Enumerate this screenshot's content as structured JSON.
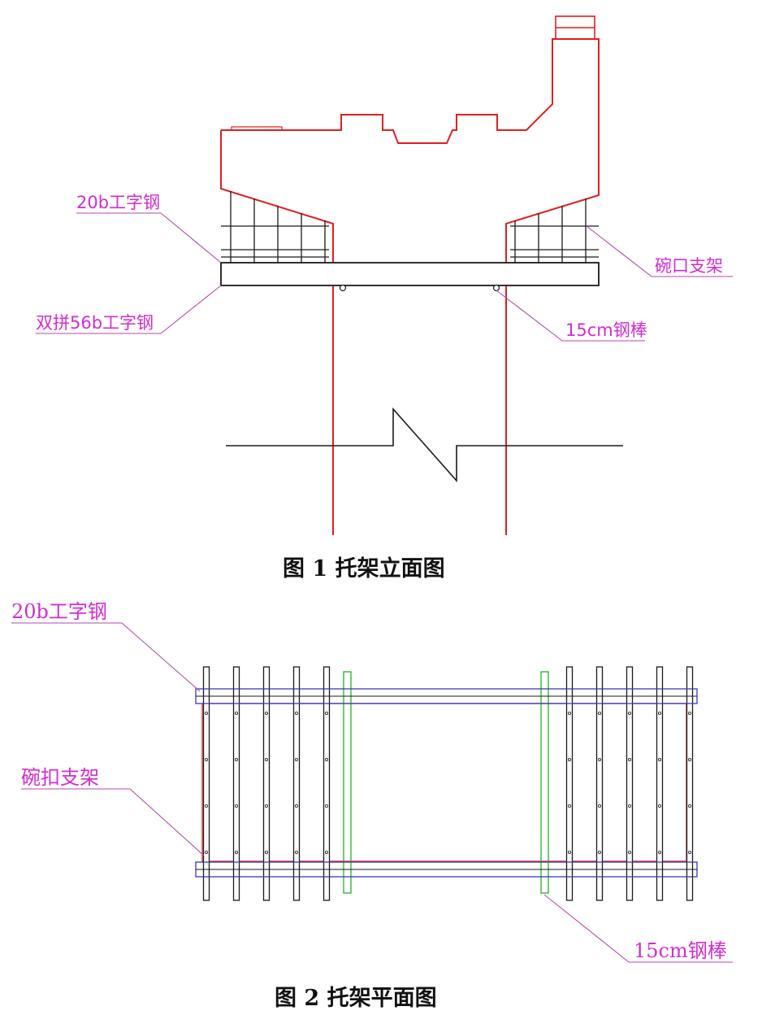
{
  "colors": {
    "structure": "#e01f1f",
    "steel": "#1a1a1a",
    "label": "#d22dd2",
    "leader": "#b04ab0",
    "rod_plan": "#22b022",
    "plan_beam": "#3a3ab8"
  },
  "figure1": {
    "labels": {
      "i_beam_20b": "20b工字钢",
      "double_i_beam_56b": "双拼56b工字钢",
      "bowl_scaffold": "碗口支架",
      "steel_rod": "15cm钢棒"
    },
    "caption": "图 1  托架立面图"
  },
  "figure2": {
    "labels": {
      "i_beam_20b": "20b工字钢",
      "bowl_scaffold": "碗扣支架",
      "steel_rod": "15cm钢棒"
    },
    "caption": "图 2  托架平面图"
  }
}
